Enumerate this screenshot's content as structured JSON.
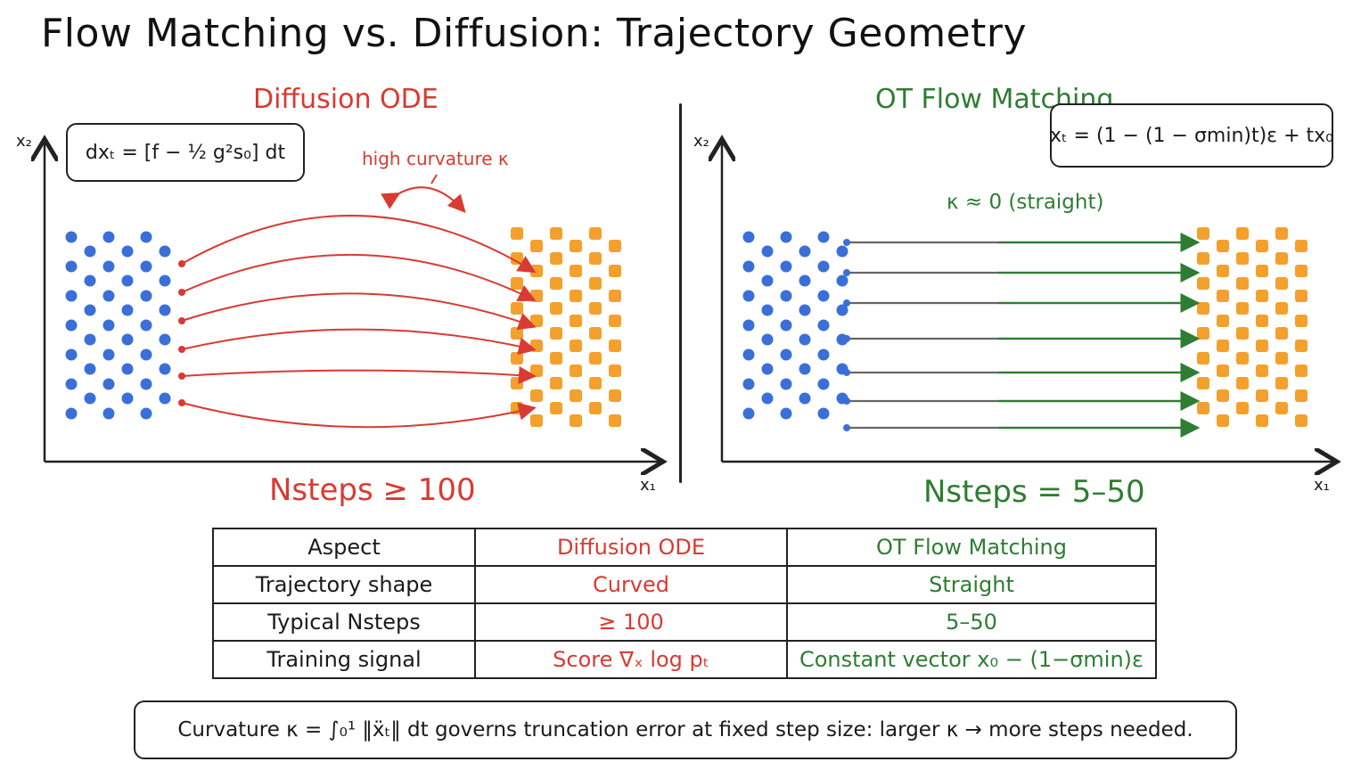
{
  "title": "Flow Matching vs. Diffusion: Trajectory Geometry",
  "colors": {
    "diffusion": "#d93a32",
    "flow": "#2e7d32",
    "noise": "#3b6fd8",
    "data": "#f4a02c",
    "ink": "#222222"
  },
  "left_panel": {
    "title": "Diffusion ODE",
    "equation": "dxₜ = [f − ½ g²s₀] dt",
    "note": "high curvature κ",
    "x_axis": "x₁",
    "y_axis": "x₂",
    "steps": "Nsteps ≥ 100"
  },
  "right_panel": {
    "title": "OT Flow Matching",
    "equation": "xₜ = (1 − (1 − σmin)t)ε + tx₀",
    "note": "κ ≈ 0 (straight)",
    "x_axis": "x₁",
    "y_axis": "x₂",
    "steps": "Nsteps = 5–50"
  },
  "table": {
    "header": [
      "Aspect",
      "Diffusion ODE",
      "OT Flow Matching"
    ],
    "rows": [
      [
        "Trajectory shape",
        "Curved",
        "Straight"
      ],
      [
        "Typical Nsteps",
        "≥ 100",
        "5–50"
      ],
      [
        "Training signal",
        "Score ∇ₓ log pₜ",
        "Constant vector x₀ − (1−σmin)ε"
      ]
    ]
  },
  "summary": "Curvature κ = ∫₀¹ ‖ẍₜ‖ dt governs truncation error at fixed step size: larger κ → more steps needed."
}
